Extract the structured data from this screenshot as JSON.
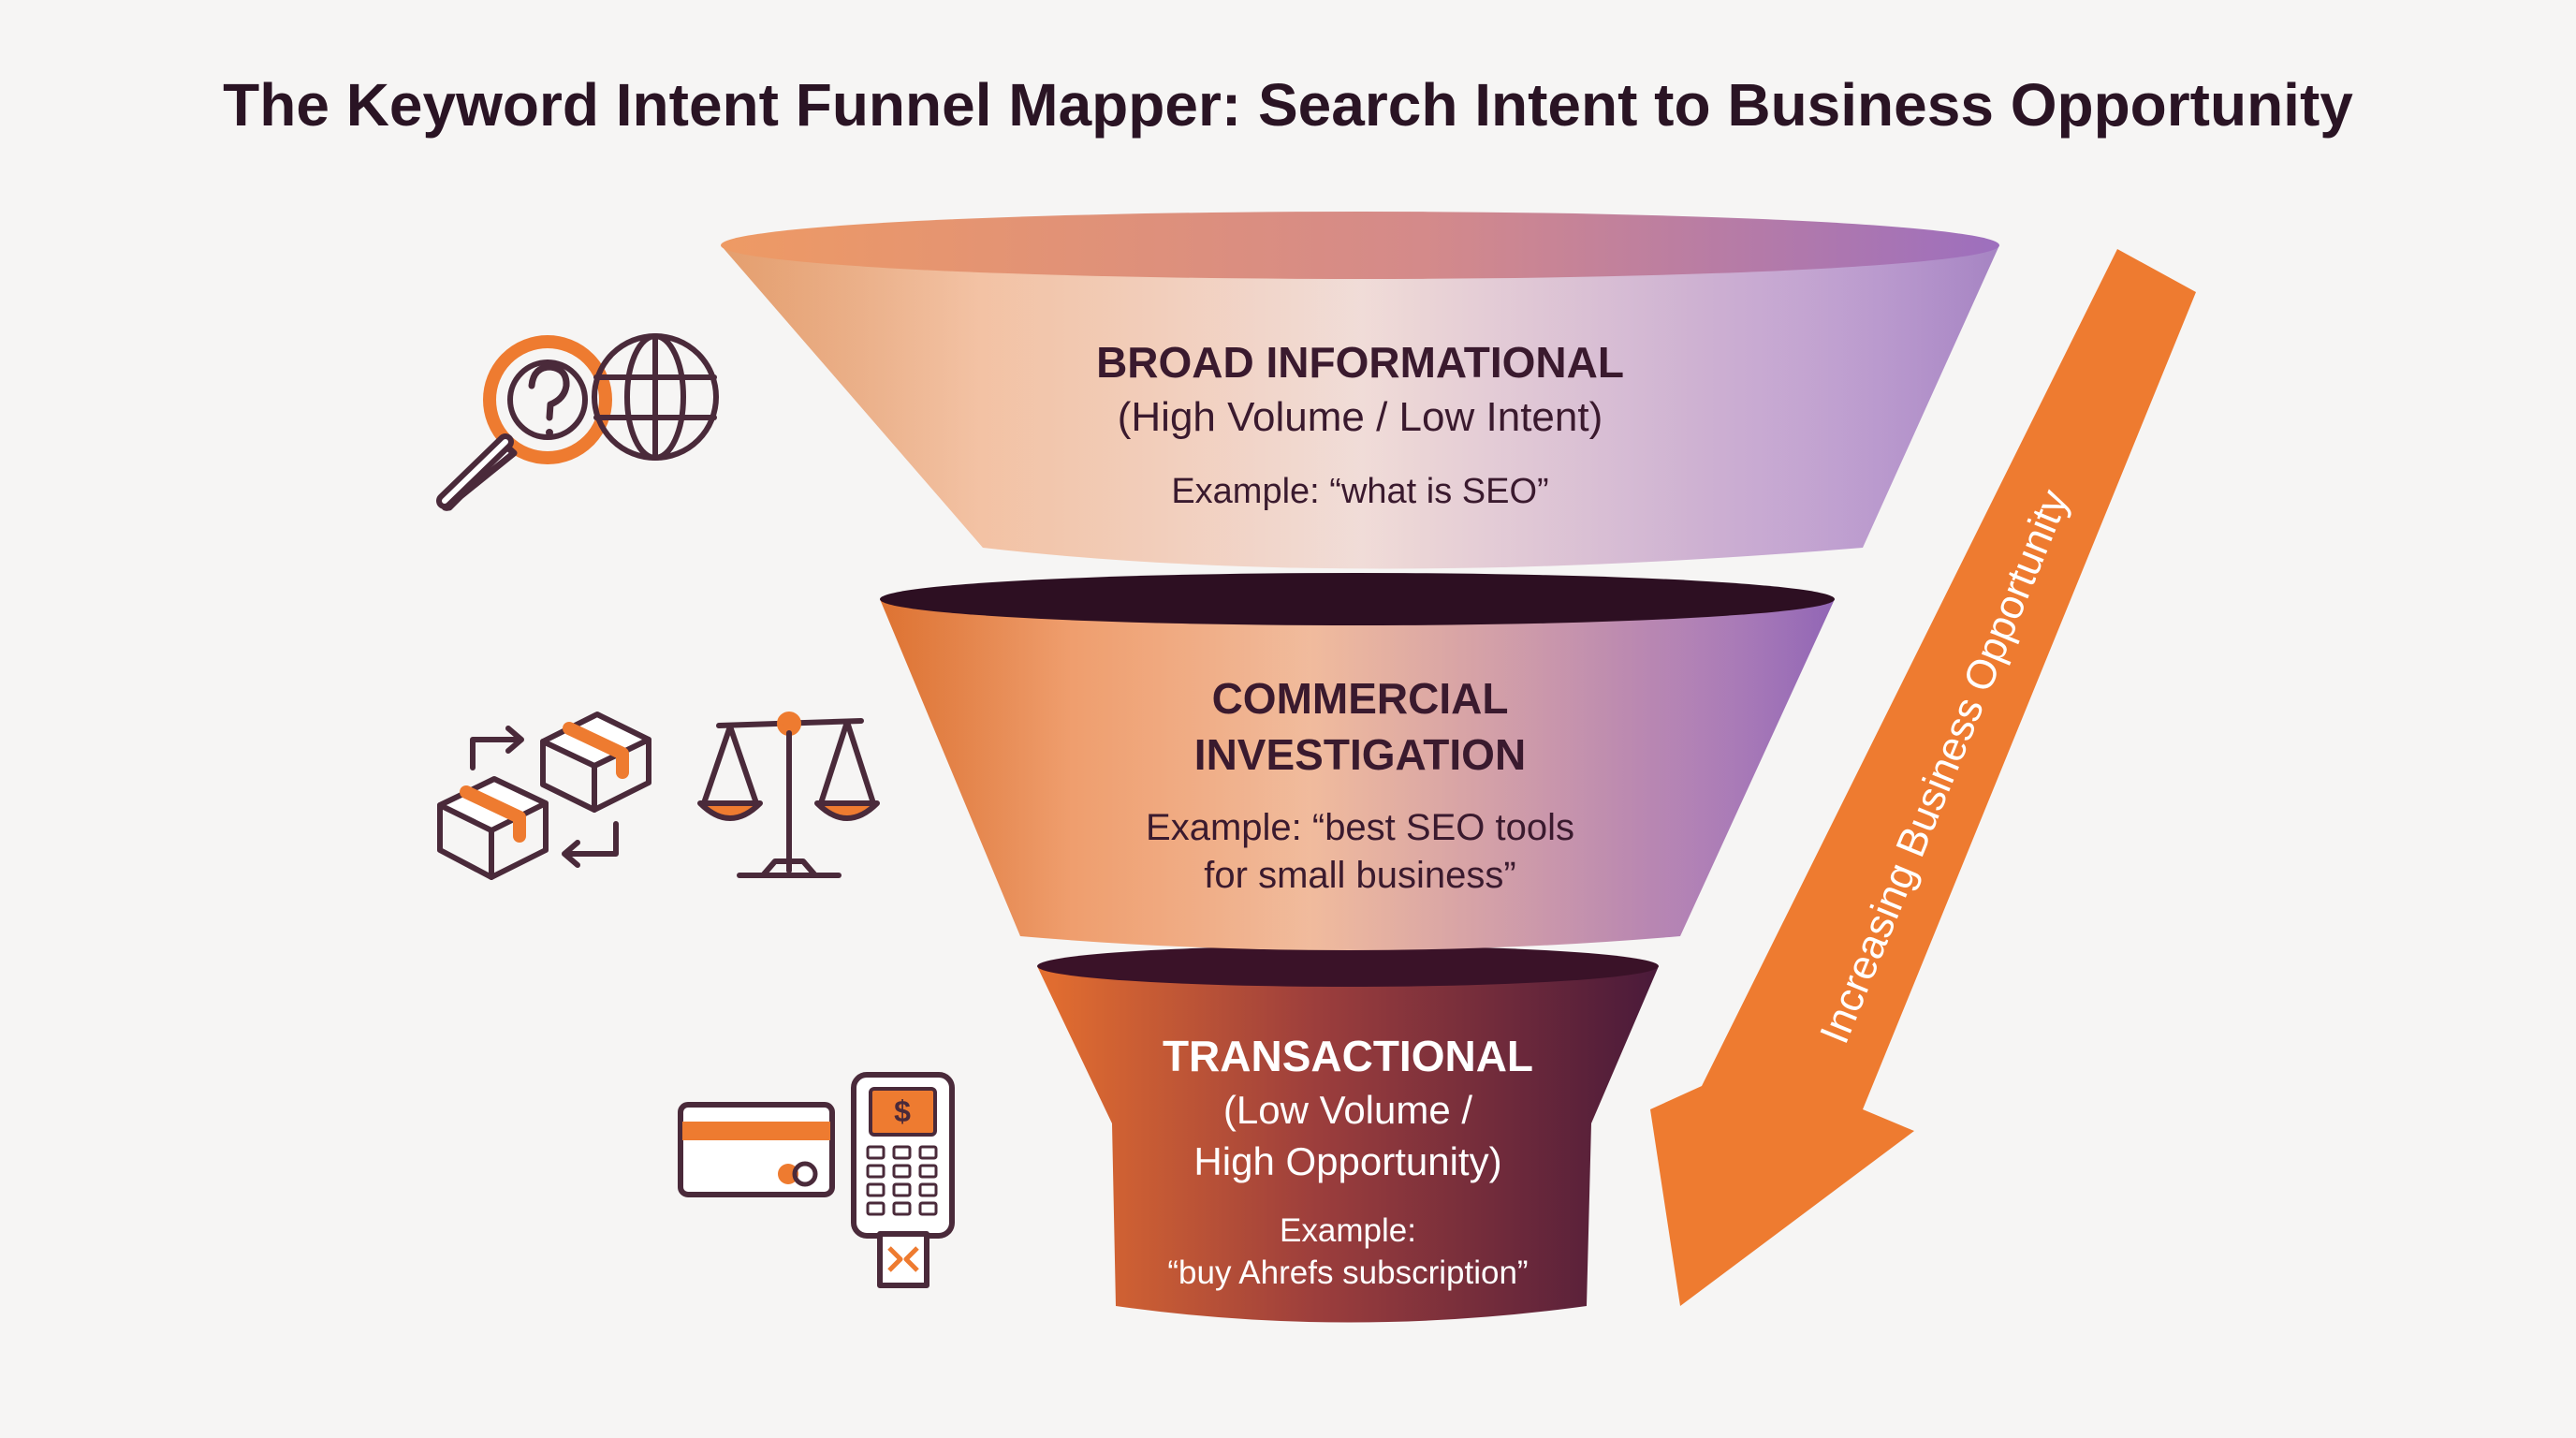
{
  "title": "The Keyword Intent Funnel Mapper: Search Intent to Business Opportunity",
  "stages": [
    {
      "heading_lines": [
        "BROAD INFORMATIONAL"
      ],
      "sub_lines": [
        "(High Volume / Low Intent)"
      ],
      "example_lines": [
        "Example: “what is SEO”"
      ],
      "icons": [
        "magnifying-glass-question-icon",
        "globe-icon"
      ]
    },
    {
      "heading_lines": [
        "COMMERCIAL",
        "INVESTIGATION"
      ],
      "sub_lines": [],
      "example_lines": [
        "Example: “best SEO tools",
        "for small business”"
      ],
      "icons": [
        "box-exchange-icon",
        "balance-scale-icon"
      ]
    },
    {
      "heading_lines": [
        "TRANSACTIONAL"
      ],
      "sub_lines": [
        "(Low Volume /",
        "High Opportunity)"
      ],
      "example_lines": [
        "Example:",
        "“buy Ahrefs subscription”"
      ],
      "icons": [
        "credit-card-icon",
        "payment-terminal-icon"
      ]
    }
  ],
  "arrow_label": "Increasing Business Opportunity",
  "colors": {
    "title": "#2a1424",
    "dark_text": "#3a1a2e",
    "orange": "#ee7b30",
    "purple": "#a67cc6",
    "plum": "#4a1a3a",
    "icon_stroke": "#4a2a3a"
  }
}
